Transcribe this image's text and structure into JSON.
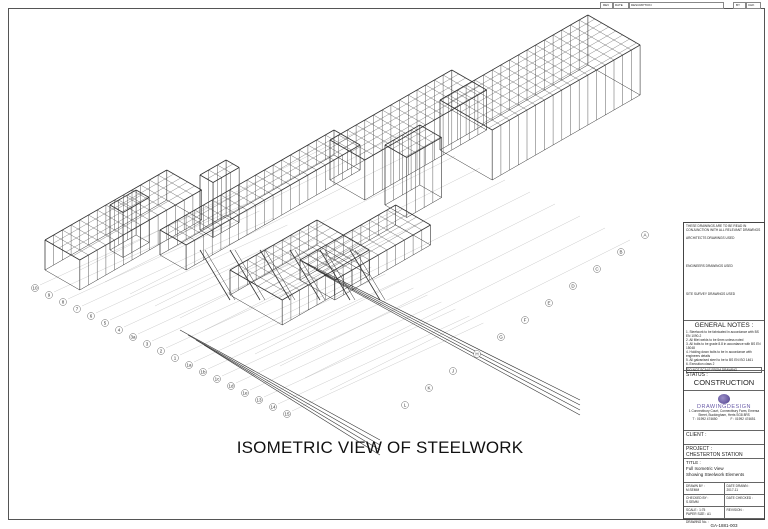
{
  "drawing": {
    "title": "ISOMETRIC VIEW OF STEELWORK",
    "grid_numbers": [
      "10",
      "9",
      "8",
      "7",
      "6",
      "5",
      "4",
      "3a",
      "3",
      "2",
      "1",
      "1a",
      "1b",
      "1c",
      "1d",
      "1e",
      "13",
      "14",
      "15"
    ],
    "grid_letters": [
      "A",
      "B",
      "C",
      "D",
      "E",
      "F",
      "G",
      "H",
      "J",
      "K",
      "L"
    ]
  },
  "title_block": {
    "notes_top": [
      "THESE DRAWINGS ARE TO BE READ IN CONJUNCTION WITH ALL RELEVANT DRAWINGS",
      "ARCHITECTS DRAWINGS USED",
      "ENGINEERS DRAWINGS USED",
      "SITE SURVEY DRAWINGS USED"
    ],
    "general_notes_heading": "GENERAL NOTES :",
    "general_notes": [
      "1. Steelwork to be fabricated in accordance with BS EN 1090-2",
      "2. All fillet welds to be 6mm unless noted",
      "3. All bolts to be grade 8.8 in accordance with BS EN 15048",
      "4. Holding down bolts to be in accordance with engineers details",
      "5. All galvanised steel to be to BS EN ISO 1461",
      "6. Execution class 2"
    ],
    "do_not_scale": "DO NOT SCALE FROM DRAWING",
    "status_label": "STATUS :",
    "status_value": "CONSTRUCTION",
    "company": "DRAWINGDESIGN",
    "address": "1 Connectbury Court, Connectbury Farm, Emersa Street, Buckingham, Herts SG8 8RS",
    "phone": "T : 01992 474650",
    "fax": "F : 01992 474651",
    "client_label": "CLIENT :",
    "project_label": "PROJECT :",
    "project_value": "CHESTERTON STATION",
    "title_label": "TITLE :",
    "title_line1": "Full Isometric View",
    "title_line2": "Showing Steelwork Elements",
    "drawn_by_label": "DRAWN BY :",
    "drawn_by": "M.SEMM",
    "date_drawn_label": "DATE DRAWN :",
    "date_drawn": "2017-11",
    "checked_by_label": "CHECKED BY :",
    "checked_by": "S.SEMM",
    "date_checked_label": "DATE CHECKED :",
    "scale_label": "SCALE :",
    "scale": "1:75",
    "paper_label": "PAPER SIZE :",
    "paper": "A1",
    "revision_label": "REVISION :",
    "drawing_no_label": "DRAWING No. :",
    "drawing_no": "GA-1881-003"
  },
  "top_boxes": [
    "REV",
    "DATE",
    "DESCRIPTION",
    "BY",
    "CHK"
  ]
}
